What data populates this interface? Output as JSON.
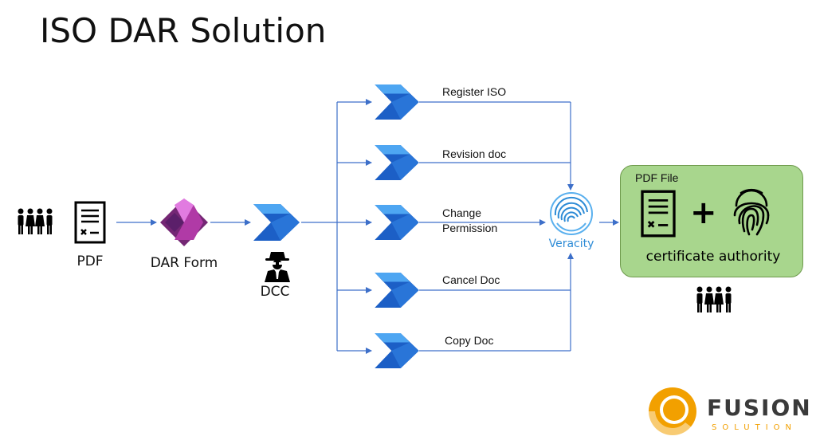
{
  "title": "ISO DAR Solution",
  "nodes": {
    "pdf": "PDF",
    "dar_form": "DAR Form",
    "dcc": "DCC",
    "veracity": "Veracity"
  },
  "flows": [
    {
      "label": "Register ISO"
    },
    {
      "label": "Revision doc"
    },
    {
      "label": "Change\nPermission"
    },
    {
      "label": "Cancel Doc"
    },
    {
      "label": "Copy Doc"
    }
  ],
  "flow_labels": {
    "register": "Register ISO",
    "revision": "Revision doc",
    "change_line1": "Change",
    "change_line2": "Permission",
    "cancel": "Cancel Doc",
    "copy": "Copy Doc"
  },
  "result_box": {
    "file_label": "PDF File",
    "plus": "+",
    "authority": "certificate authority"
  },
  "logo": {
    "name": "FUSION",
    "sub": "SOLUTION"
  },
  "colors": {
    "arrow": "#3d6fc9",
    "flow_dark": "#1c5fc6",
    "flow_light": "#4ea6f2",
    "power_apps": "#b03aa6",
    "green_box": "#a8d68d",
    "logo_orange": "#f2a000"
  },
  "icons": [
    "people-group-icon",
    "document-icon",
    "power-apps-icon",
    "power-automate-icon",
    "spy-user-icon",
    "fingerprint-icon"
  ]
}
